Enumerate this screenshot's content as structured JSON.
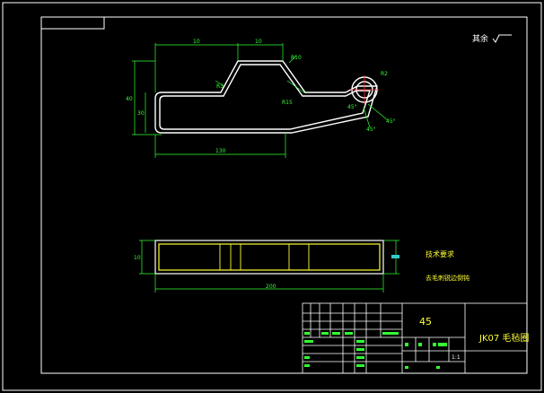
{
  "roughness_note": "其余",
  "tech_req_title": "技术要求",
  "tech_req_line1": "去毛刺锐边倒钝",
  "material": "45",
  "drawing_name": "JK07 毛毡圈",
  "scale": "1:1",
  "dims": {
    "top1": "10",
    "top2": "10",
    "overall_length": "130",
    "height_outer": "40",
    "height_inner": "30",
    "radius_top": "R2",
    "r_bend": "R10",
    "r_small": "R3",
    "r_end": "R15",
    "angle_left": "45°",
    "angle_mid": "45°",
    "angle_end": "45°",
    "bottom_len": "200",
    "bottom_height": "10"
  },
  "colors": {
    "frame": "#ffffff",
    "outline": "#ffff33",
    "dimension": "#33ff33",
    "hidden": "#ffffff",
    "center": "#ff3333",
    "section": "#33cccc"
  }
}
